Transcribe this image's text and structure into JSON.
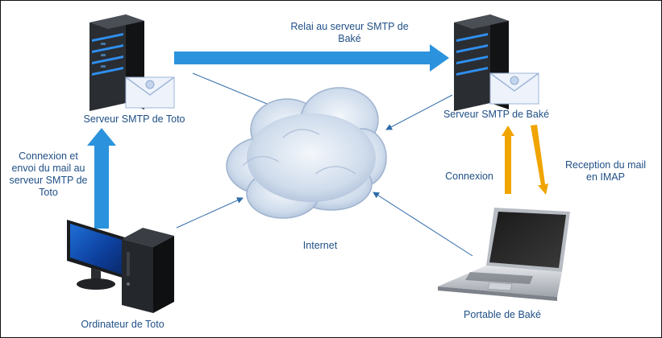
{
  "labels": {
    "toto_server": "Serveur SMTP de Toto",
    "bake_server": "Serveur SMTP de Baké",
    "relay": "Relai au serveur SMTP de\nBaké",
    "connect_send": "Connexion et\nenvoi du mail au\nserveur SMTP de\nToto",
    "internet": "Internet",
    "connexion": "Connexion",
    "reception": "Reception du mail\nen IMAP",
    "computer": "Ordinateur de Toto",
    "laptop": "Portable de Baké"
  },
  "colors": {
    "label_text": "#1f4f86",
    "big_arrow": "#2b93dd",
    "imap_arrow": "#f0a400",
    "thin_line": "#2f6aa8",
    "cloud": "#c8d7ea"
  }
}
